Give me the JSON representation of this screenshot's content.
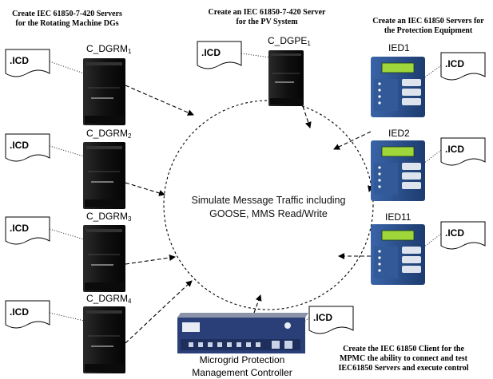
{
  "headers": {
    "rotating": [
      "Create IEC 61850-7-420 Servers",
      "for the Rotating Machine DGs"
    ],
    "pv": [
      "Create an IEC 61850-7-420 Server",
      "for the PV System"
    ],
    "protection": [
      "Create an IEC 61850 Servers for",
      "the Protection Equipment"
    ],
    "client": [
      "Create the IEC 61850 Client for the",
      "MPMC the ability to connect and test",
      "IEC61850 Servers and execute control"
    ]
  },
  "file_label": ".ICD",
  "center": [
    "Simulate Message Traffic including",
    "GOOSE, MMS Read/Write"
  ],
  "computers": [
    {
      "base": "C_DGRM",
      "sub": "1"
    },
    {
      "base": "C_DGRM",
      "sub": "2"
    },
    {
      "base": "C_DGRM",
      "sub": "3"
    },
    {
      "base": "C_DGRM",
      "sub": "4"
    },
    {
      "base": "C_DGPE",
      "sub": "1"
    }
  ],
  "ieds": [
    "IED1",
    "IED2",
    "IED11"
  ],
  "controller": [
    "Microgrid Protection",
    "Management Controller"
  ],
  "colors": {
    "relay_blue": "#2a4f8a",
    "relay_screen": "#9fd63a",
    "tower": "#161616",
    "controller": "#2a3f78"
  }
}
